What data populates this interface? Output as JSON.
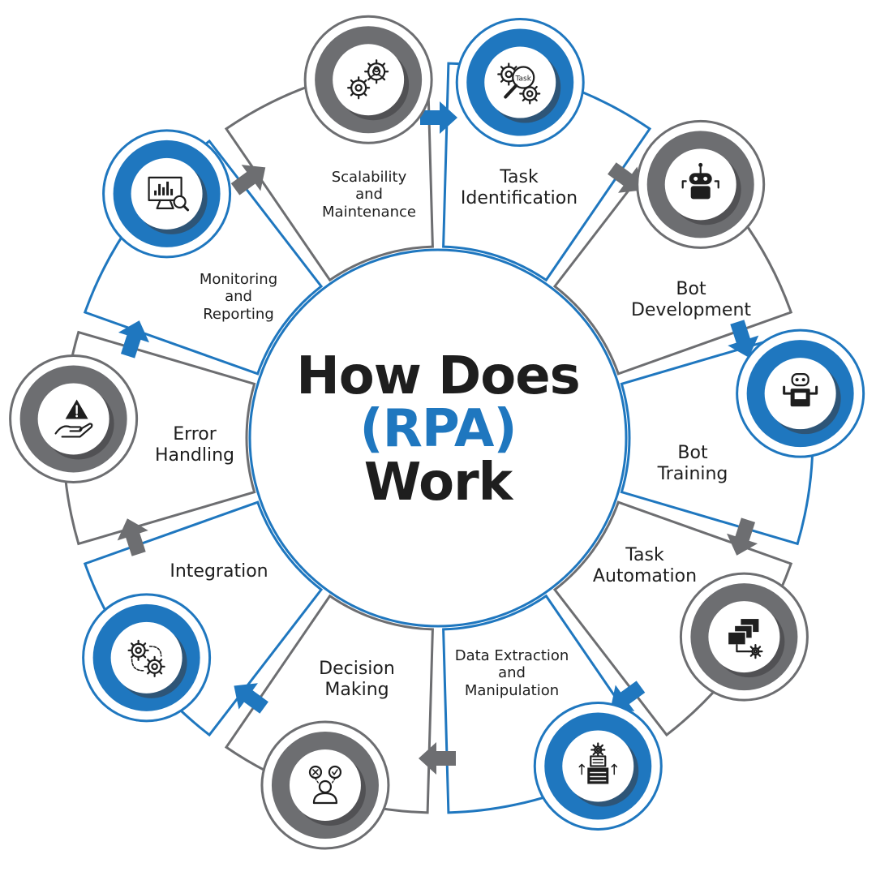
{
  "title": {
    "line1": "How Does",
    "line2": "(RPA)",
    "line3": "Work"
  },
  "colors": {
    "blue": "#1f77bf",
    "gray": "#6d6e71",
    "dark": "#1e1e1e"
  },
  "steps": [
    {
      "lines": [
        "Task",
        "Identification"
      ],
      "icon": "task-search-icon",
      "ring": "blue"
    },
    {
      "lines": [
        "Bot",
        "Development"
      ],
      "icon": "robot-icon",
      "ring": "gray"
    },
    {
      "lines": [
        "Bot",
        "Training"
      ],
      "icon": "robot-training-icon",
      "ring": "blue"
    },
    {
      "lines": [
        "Task",
        "Automation"
      ],
      "icon": "windows-gear-icon",
      "ring": "gray"
    },
    {
      "lines": [
        "Data Extraction",
        "and",
        "Manipulation"
      ],
      "icon": "data-extraction-icon",
      "ring": "blue"
    },
    {
      "lines": [
        "Decision",
        "Making"
      ],
      "icon": "decision-person-icon",
      "ring": "gray"
    },
    {
      "lines": [
        "Integration"
      ],
      "icon": "gears-connect-icon",
      "ring": "blue"
    },
    {
      "lines": [
        "Error",
        "Handling"
      ],
      "icon": "warning-hand-icon",
      "ring": "gray"
    },
    {
      "lines": [
        "Monitoring",
        "and",
        "Reporting"
      ],
      "icon": "monitor-chart-icon",
      "ring": "blue"
    },
    {
      "lines": [
        "Scalability",
        "and",
        "Maintenance"
      ],
      "icon": "gears-person-icon",
      "ring": "gray"
    }
  ]
}
